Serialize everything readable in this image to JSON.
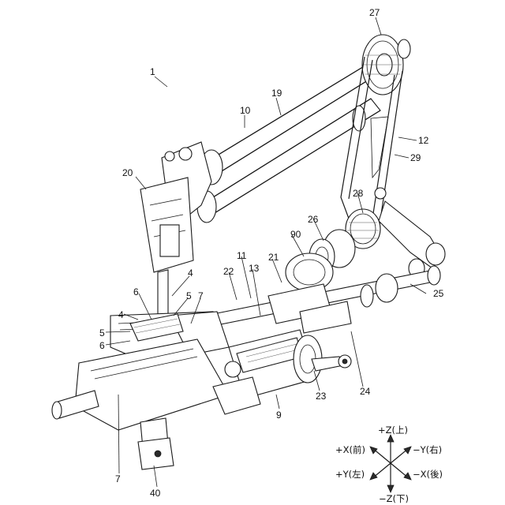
{
  "reference_numerals": {
    "n1": "1",
    "n27": "27",
    "n19": "19",
    "n10": "10",
    "n12": "12",
    "n29": "29",
    "n20": "20",
    "n28": "28",
    "n26": "26",
    "n90": "90",
    "n11": "11",
    "n21": "21",
    "n22": "22",
    "n13": "13",
    "n4a": "4",
    "n5a": "5",
    "n7a": "7",
    "n6a": "6",
    "n4b": "4",
    "n5b": "5",
    "n6b": "6",
    "n25": "25",
    "n23": "23",
    "n24": "24",
    "n9": "9",
    "n7b": "7",
    "n40": "40"
  },
  "axes": {
    "plus_z": "+Z(上)",
    "minus_z": "−Z(下)",
    "plus_x": "+X(前)",
    "minus_x": "−X(後)",
    "plus_y": "+Y(左)",
    "minus_y": "−Y(右)"
  }
}
